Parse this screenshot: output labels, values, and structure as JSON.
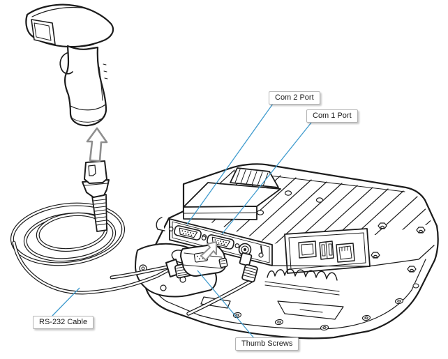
{
  "diagram": {
    "callouts": [
      {
        "id": "com2",
        "text": "Com 2 Port"
      },
      {
        "id": "com1",
        "text": "Com 1 Port"
      },
      {
        "id": "rs232",
        "text": "RS-232 Cable"
      },
      {
        "id": "thumb",
        "text": "Thumb Screws"
      }
    ],
    "illustrations": [
      "handheld-scanner",
      "connect-direction-arrow",
      "rs232-cable-connector",
      "coiled-rs232-cable",
      "vehicle-mount-computer",
      "db9-connector-with-thumb-screws",
      "power-cable"
    ],
    "colors": {
      "line": "#1c1c1c",
      "leader": "#3f9bce",
      "arrow": "#8f8f8f",
      "label_border": "#b3b3b3",
      "label_bg": "#ffffff",
      "background": "#ffffff"
    }
  }
}
